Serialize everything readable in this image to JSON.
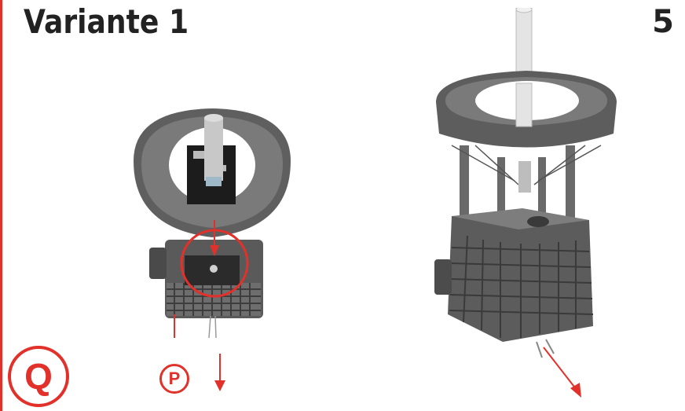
{
  "header": {
    "title": "Variante 1",
    "page_number": "5"
  },
  "callouts": {
    "q_label": "Q",
    "p_label": "P"
  },
  "colors": {
    "accent": "#e2312a",
    "model_dark": "#4a4a4a",
    "model_mid": "#6d6d6d",
    "model_light": "#9a9a9a"
  },
  "figures": [
    {
      "id": "figure-left",
      "icon": "assembly-photo-top-view"
    },
    {
      "id": "figure-right",
      "icon": "assembly-photo-side-view"
    }
  ]
}
